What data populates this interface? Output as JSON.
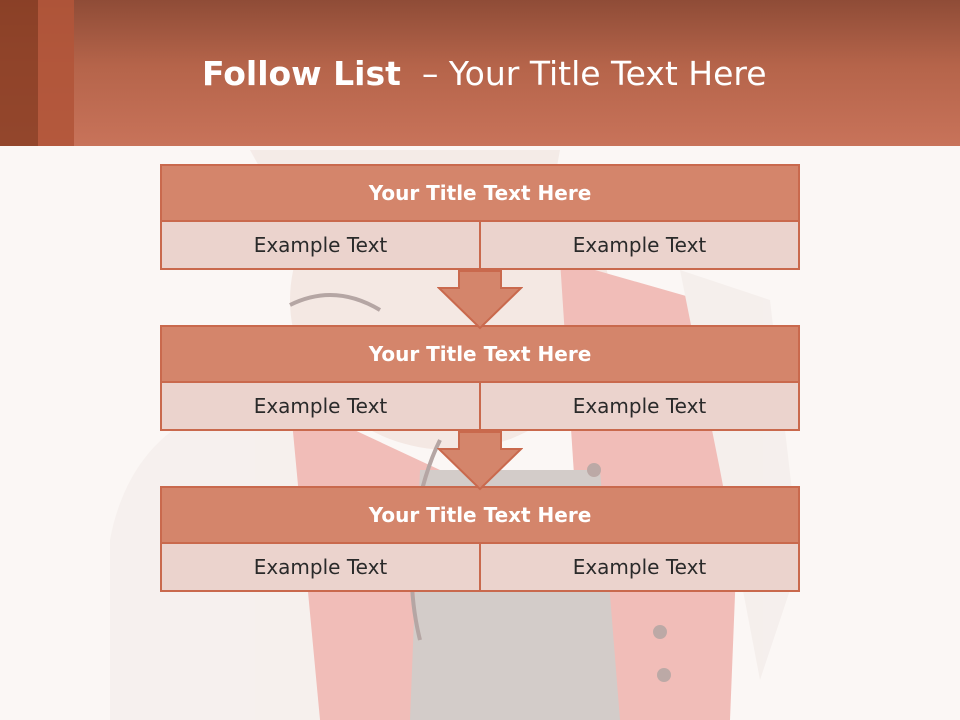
{
  "slide": {
    "title_bold": "Follow List",
    "title_rest": "  – Your Title Text Here"
  },
  "blocks": [
    {
      "title": "Your Title Text Here",
      "cells": [
        "Example Text",
        "Example Text"
      ]
    },
    {
      "title": "Your Title Text Here",
      "cells": [
        "Example Text",
        "Example Text"
      ]
    },
    {
      "title": "Your Title Text Here",
      "cells": [
        "Example Text",
        "Example Text"
      ]
    }
  ],
  "theme": {
    "header_color": "#c8735a",
    "block_title_color": "#d4856b",
    "cell_color": "#ebd3cd",
    "border_color": "#c9694d",
    "background_color": "#fbf7f5"
  },
  "icons": [
    "down-arrow-icon",
    "down-arrow-icon"
  ]
}
